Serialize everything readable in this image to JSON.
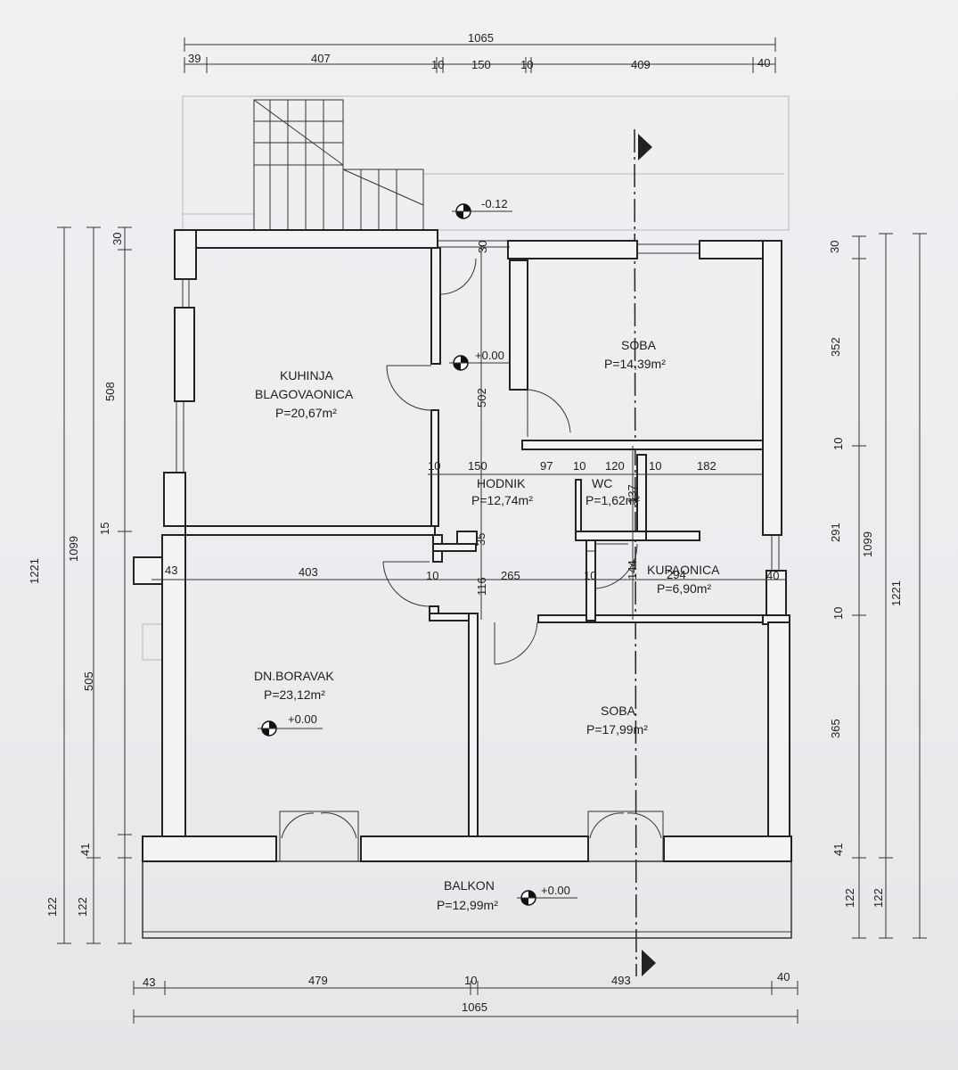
{
  "rooms": {
    "kuhinja": {
      "name": "KUHINJA",
      "name2": "BLAGOVAONICA",
      "area": "P=20,67m²"
    },
    "soba1": {
      "name": "SOBA",
      "area": "P=14,39m²"
    },
    "hodnik": {
      "name": "HODNIK",
      "area": "P=12,74m²"
    },
    "wc": {
      "name": "WC",
      "area": "P=1,62m²"
    },
    "kupaonica": {
      "name": "KUPAONICA",
      "area": "P=6,90m²"
    },
    "boravak": {
      "name": "DN.BORAVAK",
      "area": "P=23,12m²"
    },
    "soba2": {
      "name": "SOBA",
      "area": "P=17,99m²"
    },
    "balkon": {
      "name": "BALKON",
      "area": "P=12,99m²"
    }
  },
  "levels": {
    "outside": "-0.12",
    "hall": "+0.00",
    "living": "+0.00",
    "balcony": "+0.00"
  },
  "dims": {
    "top_total": "1065",
    "top_segments": [
      "39",
      "407",
      "10",
      "150",
      "10",
      "409",
      "40"
    ],
    "bottom_total": "1065",
    "bottom_segments": [
      "43",
      "479",
      "10",
      "493",
      "40"
    ],
    "left_outer": "1221",
    "left_mid": "1099",
    "left_upper": "508",
    "left_15": "15",
    "left_505": "505",
    "left_41": "41",
    "left_122a": "122",
    "left_122b": "122",
    "left_30": "30",
    "right_outer": "1221",
    "right_mid": "1099",
    "right_30": "30",
    "right_352": "352",
    "right_10a": "10",
    "right_291": "291",
    "right_10b": "10",
    "right_365": "365",
    "right_41": "41",
    "right_122a": "122",
    "right_122b": "122",
    "inner_30": "30",
    "inner_502": "502",
    "row1": [
      "10",
      "150",
      "97",
      "10",
      "120",
      "10",
      "182"
    ],
    "wc_137": "137",
    "hall_35": "35",
    "row2": [
      "43",
      "403",
      "10",
      "265",
      "10",
      "294",
      "40"
    ],
    "hall_116": "116",
    "bath_144": "144"
  }
}
